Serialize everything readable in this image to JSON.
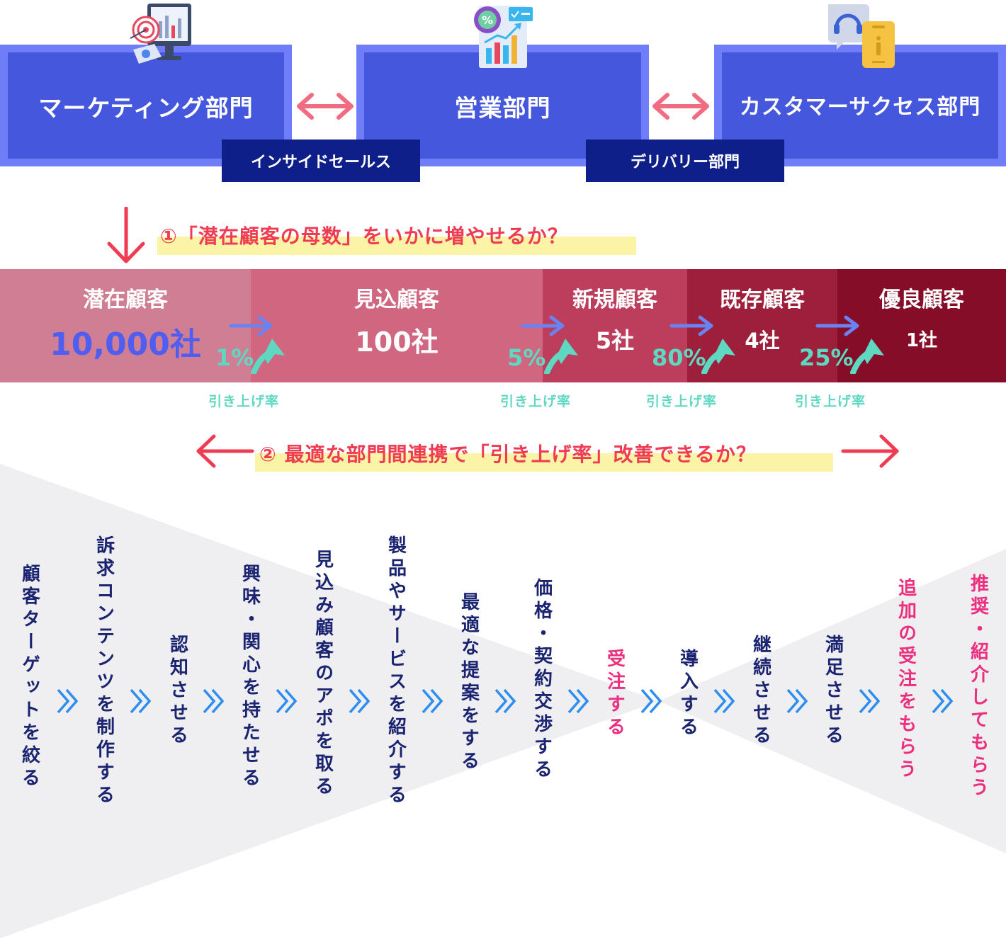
{
  "departments": {
    "marketing": "マーケティング部門",
    "sales": "営業部門",
    "customer_success": "カスタマーサクセス部門",
    "inside_sales": "インサイドセールス",
    "delivery": "デリバリー部門"
  },
  "question1": "①「潜在顧客の母数」をいかに増やせるか？",
  "question2": "② 最適な部門間連携で「引き上げ率」改善できるか？",
  "funnel": {
    "stages": [
      {
        "label": "潜在顧客",
        "value": "10,000社"
      },
      {
        "label": "見込顧客",
        "value": "100社"
      },
      {
        "label": "新規顧客",
        "value": "5社"
      },
      {
        "label": "既存顧客",
        "value": "4社"
      },
      {
        "label": "優良顧客",
        "value": "1社"
      }
    ],
    "rates": [
      "1%",
      "5%",
      "80%",
      "25%"
    ],
    "rate_caption": "引き上げ率",
    "colors": [
      "#d07e93",
      "#d0667f",
      "#bd3e5c",
      "#9e1f3c",
      "#860d28"
    ]
  },
  "steps": [
    {
      "text": "顧客ターゲットを絞る",
      "accent": false
    },
    {
      "text": "訴求コンテンツを制作する",
      "accent": false
    },
    {
      "text": "認知させる",
      "accent": false
    },
    {
      "text": "興味・関心を持たせる",
      "accent": false
    },
    {
      "text": "見込み顧客のアポを取る",
      "accent": false
    },
    {
      "text": "製品やサービスを紹介する",
      "accent": false
    },
    {
      "text": "最適な提案をする",
      "accent": false
    },
    {
      "text": "価格・契約交渉する",
      "accent": false
    },
    {
      "text": "受注する",
      "accent": true
    },
    {
      "text": "導入する",
      "accent": false
    },
    {
      "text": "継続させる",
      "accent": false
    },
    {
      "text": "満足させる",
      "accent": false
    },
    {
      "text": "追加の受注をもらう",
      "accent": true
    },
    {
      "text": "推奨・紹介してもらう",
      "accent": true
    }
  ],
  "icons": [
    "analytics-monitor-icon",
    "sales-growth-chart-icon",
    "support-headset-icon"
  ],
  "colors": {
    "dept_fill": "#4557dc",
    "dept_border": "#6f7df8",
    "subteam": "#0f1f8a",
    "question": "#ef3c52",
    "highlight": "#fbf3a6",
    "rate": "#5fd8c2",
    "step_text": "#1b2470",
    "step_accent": "#ec2f7e",
    "chevron": "#2e8ef0"
  }
}
